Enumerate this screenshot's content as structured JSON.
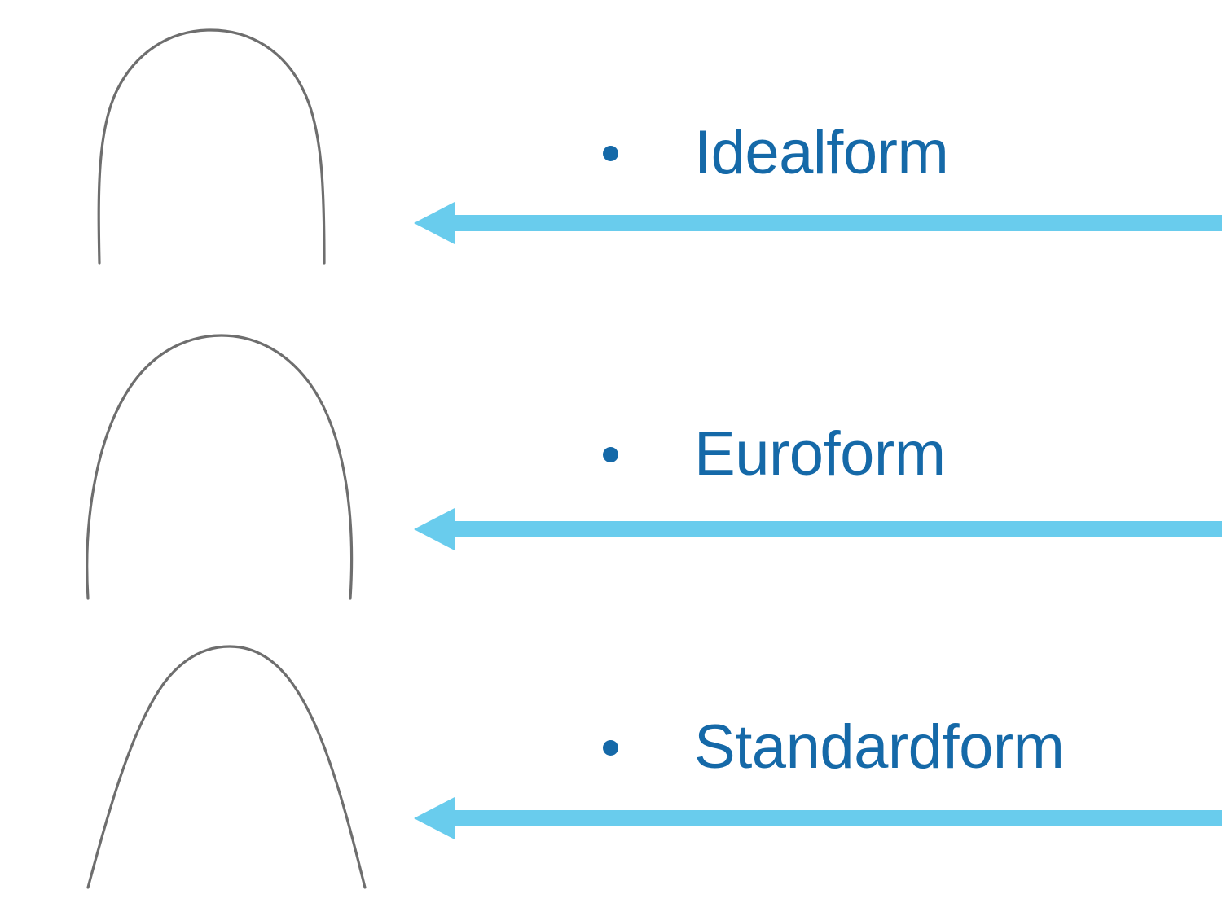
{
  "slide": {
    "background_color": "#ffffff",
    "accent_text_color": "#1569A8",
    "arrow_color": "#69CCED",
    "wire_color": "#6e6e6e",
    "title": ""
  },
  "rows": [
    {
      "label": "Idealform",
      "bullet_glyph": "•",
      "arch_name": "idealform-archwire",
      "arch_description": "Wide square archwire with near-vertical legs",
      "arrow_name": "arrow-to-idealform",
      "arrow_direction": "left"
    },
    {
      "label": "Euroform",
      "bullet_glyph": "•",
      "arch_name": "euroform-archwire",
      "arch_description": "Rounded ovoid archwire",
      "arrow_name": "arrow-to-euroform",
      "arrow_direction": "left"
    },
    {
      "label": "Standardform",
      "bullet_glyph": "•",
      "arch_name": "standardform-archwire",
      "arch_description": "Tapered archwire with splayed legs",
      "arrow_name": "arrow-to-standardform",
      "arrow_direction": "left"
    }
  ]
}
